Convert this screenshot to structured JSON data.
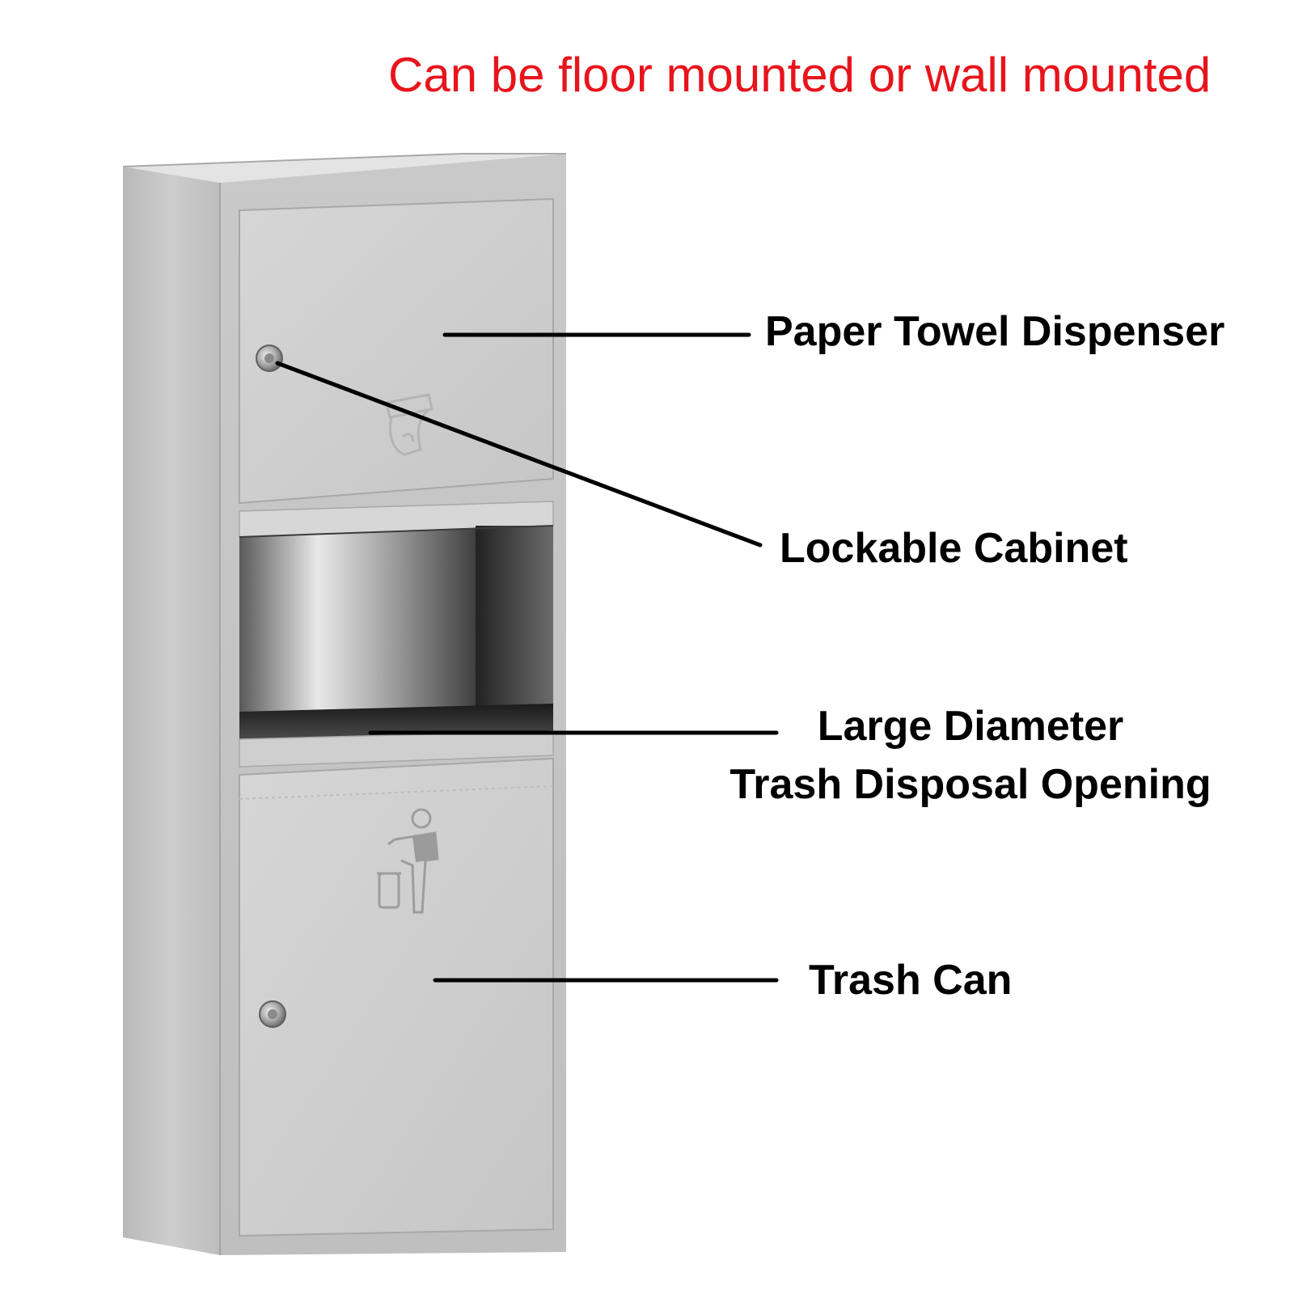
{
  "headline": {
    "text": "Can be floor mounted or wall mounted",
    "color": "#e8141c"
  },
  "callouts": {
    "paper_towel_dispenser": "Paper Towel Dispenser",
    "lockable_cabinet": "Lockable Cabinet",
    "trash_disposal_opening": {
      "line1": "Large Diameter",
      "line2": "Trash Disposal Opening"
    },
    "trash_can": "Trash Can"
  },
  "colors": {
    "steel_light": "#d3d3d3",
    "steel_mid": "#c4c4c4",
    "steel_dark": "#9e9e9e",
    "opening_shadow": "#2a2a2a",
    "leader_line": "#000000"
  },
  "icons": {
    "upper_door": "paper-towel-icon",
    "lower_door": "litter-bin-person-icon"
  }
}
